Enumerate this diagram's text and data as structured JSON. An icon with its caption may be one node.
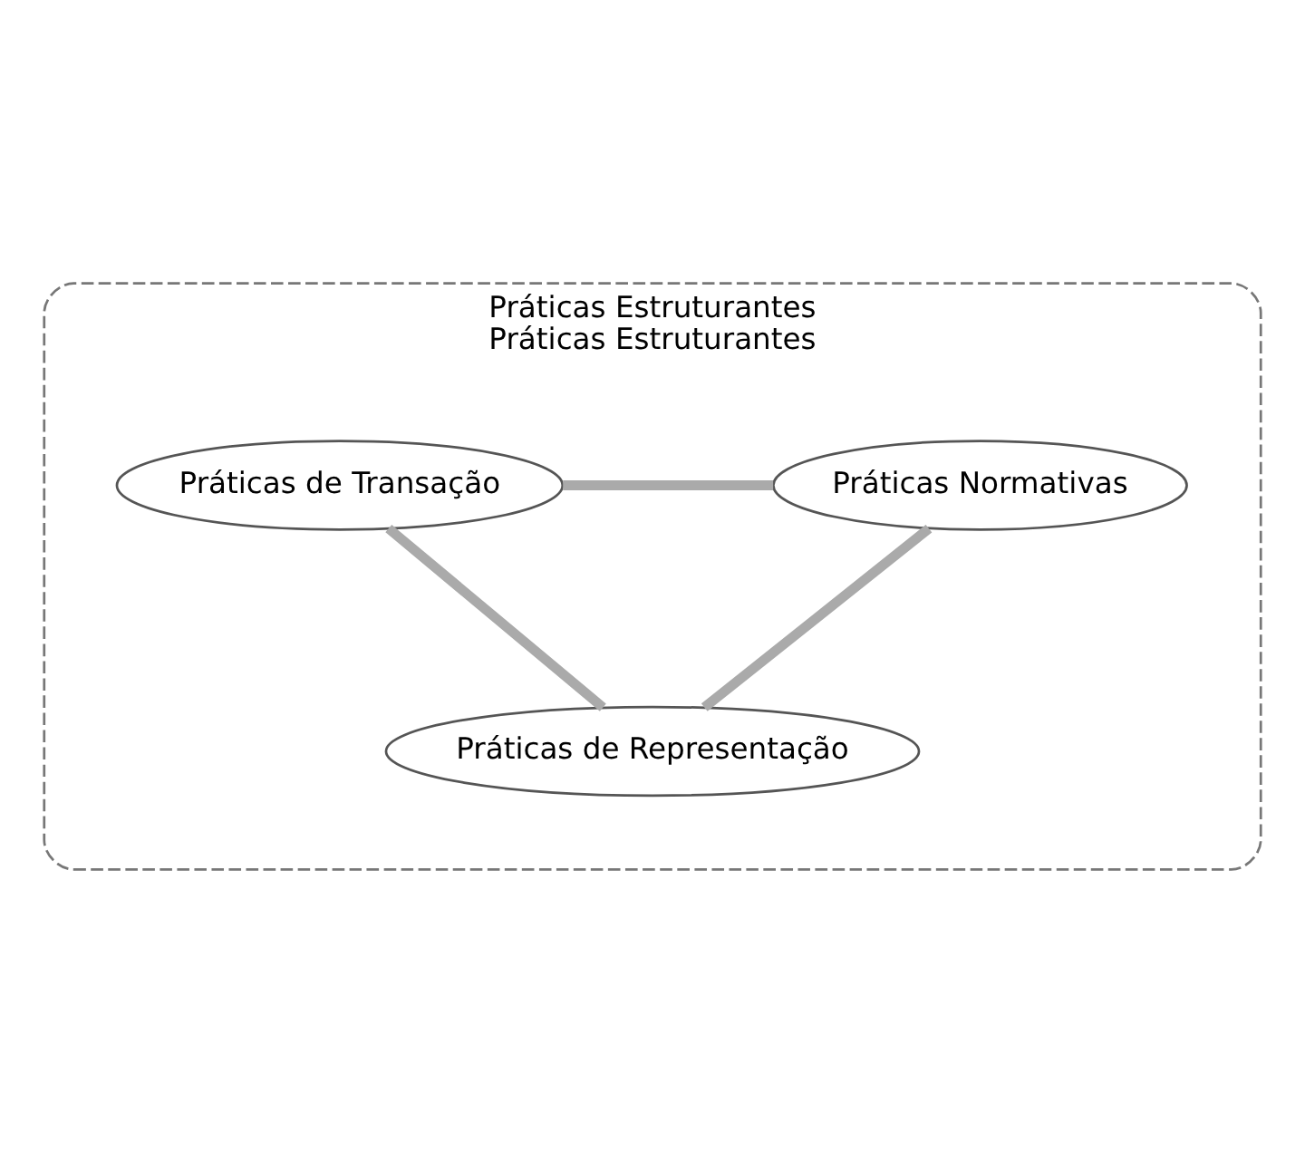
{
  "diagram": {
    "nodes": [
      {
        "text": [
          "Práticas Estruturantes",
          "Práticas Estruturantes"
        ]
      },
      {
        "text": [
          "Práticas de Transação"
        ],
        "in": 0
      },
      {
        "text": [
          "Práticas Normativas"
        ],
        "in": 0
      },
      {
        "text": [
          "Práticas de Representação"
        ],
        "in": 0
      }
    ],
    "edges": [
      {
        "from": 1,
        "to": 2,
        "arrow": "none"
      },
      {
        "from": 1,
        "to": 3,
        "arrow": "none"
      },
      {
        "from": 2,
        "to": 3,
        "arrow": "none"
      }
    ]
  }
}
